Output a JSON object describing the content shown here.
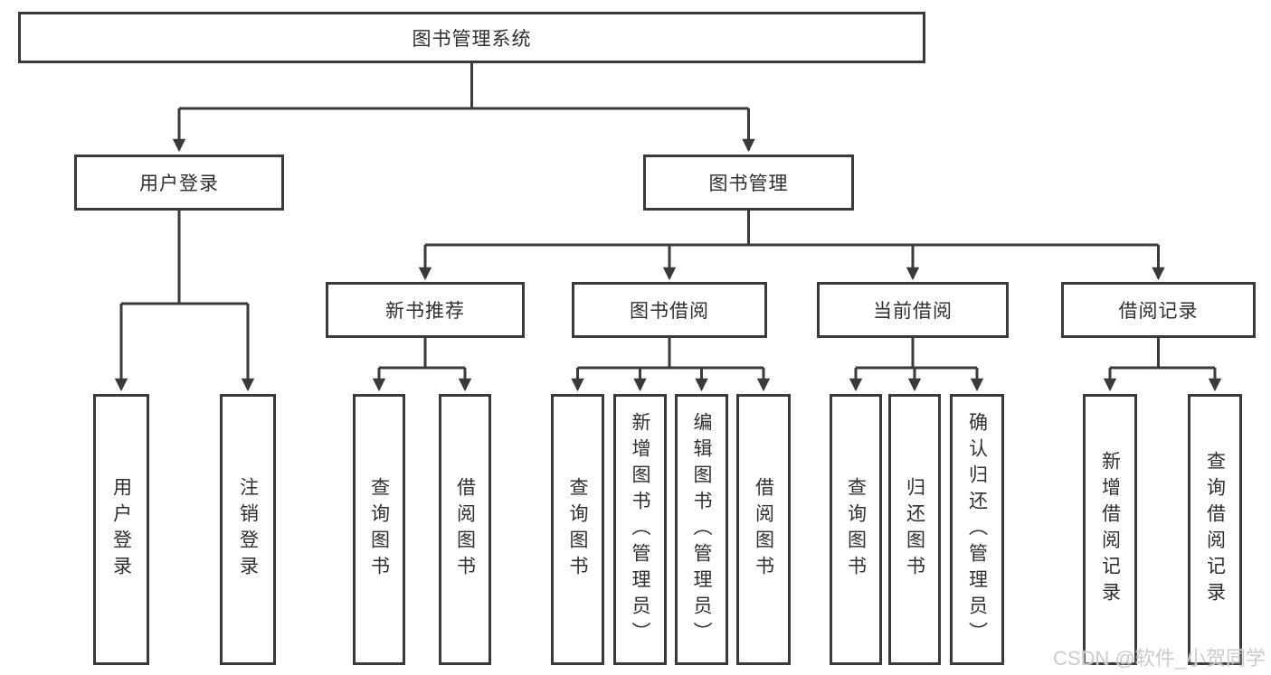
{
  "diagram": {
    "nodes": {
      "root": "图书管理系统",
      "user_login": "用户登录",
      "book_mgmt": "图书管理",
      "new_book": "新书推荐",
      "book_borrow": "图书借阅",
      "current_borrow": "当前借阅",
      "borrow_record": "借阅记录",
      "leaves_user_login": [
        "用户登录",
        "注销登录"
      ],
      "leaves_new_book": [
        "查询图书",
        "借阅图书"
      ],
      "leaves_book_borrow": [
        "查询图书",
        "新增图书（管理员）",
        "编辑图书（管理员）",
        "借阅图书"
      ],
      "leaves_current_borrow": [
        "查询图书",
        "归还图书",
        "确认归还（管理员）"
      ],
      "leaves_borrow_record": [
        "新增借阅记录",
        "查询借阅记录"
      ]
    }
  },
  "watermark": "CSDN @软件_小贺同学",
  "colors": {
    "line": "#3a3a3a",
    "box_border": "#3a3a3a",
    "text": "#2f2f2f",
    "watermark": "#cbcbcb",
    "background": "#ffffff"
  }
}
